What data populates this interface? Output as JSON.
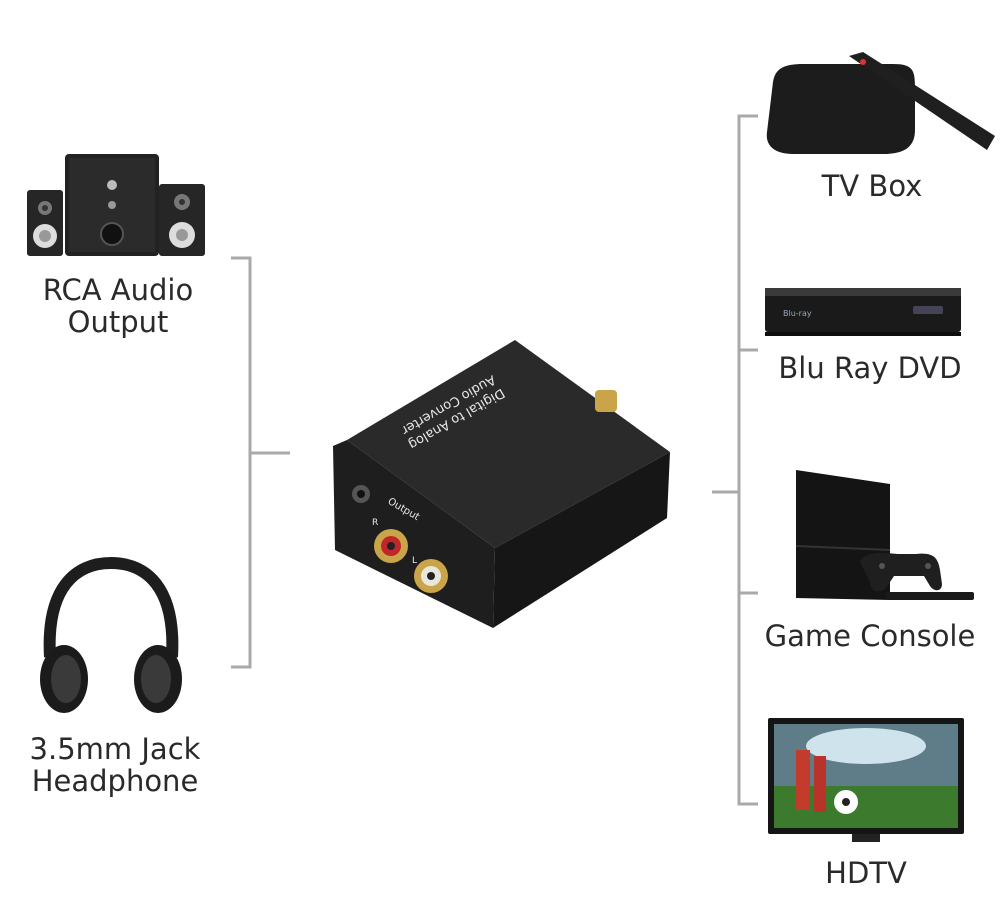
{
  "left_devices": [
    {
      "id": "rca",
      "line1": "RCA Audio",
      "line2": "Output",
      "icon": "speaker-system-icon"
    },
    {
      "id": "headphone",
      "line1": "3.5mm Jack",
      "line2": "Headphone",
      "icon": "headphone-icon"
    }
  ],
  "right_devices": [
    {
      "id": "tvbox",
      "label": "TV Box",
      "icon": "tv-box-icon"
    },
    {
      "id": "bluray",
      "label": "Blu Ray DVD",
      "icon": "blu-ray-player-icon"
    },
    {
      "id": "console",
      "label": "Game Console",
      "icon": "game-console-icon"
    },
    {
      "id": "hdtv",
      "label": "HDTV",
      "icon": "hdtv-icon"
    }
  ],
  "converter": {
    "line1": "Digital to Analog",
    "line2": "Audio Converter",
    "port_label": "Output",
    "r_label": "R",
    "l_label": "L",
    "icon": "dac-converter-icon"
  },
  "colors": {
    "bracket": "#a9a9a9",
    "device_body": "#1e1e1e",
    "rca_red": "#c0262a",
    "rca_white": "#e9e6dc",
    "gold": "#c9a449"
  }
}
